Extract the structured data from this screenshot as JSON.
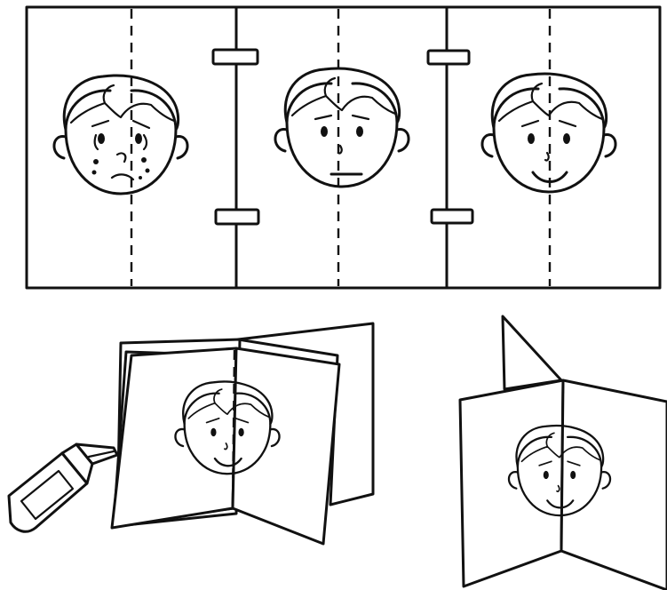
{
  "figure": {
    "kind": "paper-craft instruction diagram",
    "panels": [
      "flat-strip",
      "glue-assembly",
      "standing-booklet"
    ],
    "expressions": [
      "crying",
      "neutral",
      "smiling"
    ],
    "icons": [
      "glue-bottle-icon",
      "tape-strip-icon"
    ],
    "colors": {
      "ink": "#111111",
      "paper": "#ffffff"
    }
  }
}
